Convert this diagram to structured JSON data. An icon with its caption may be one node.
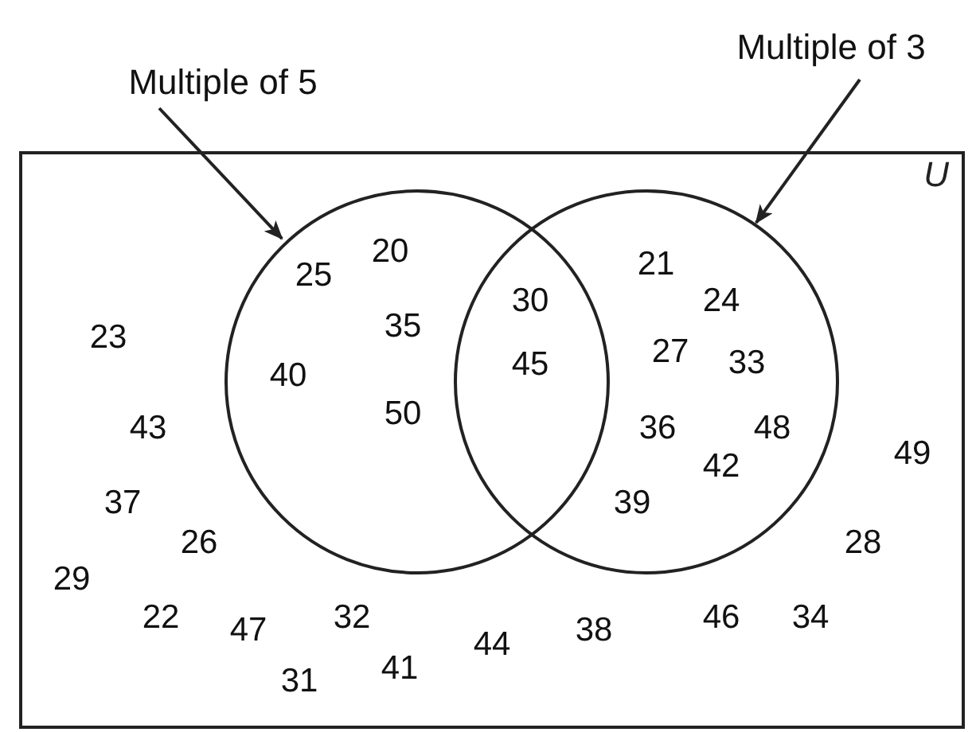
{
  "diagram": {
    "nodes": [
      {
        "text": [
          "U"
        ]
      },
      {
        "text": [],
        "shape": "circle",
        "in": 0
      },
      {
        "text": [],
        "shape": "circle",
        "in": 0
      },
      {
        "text": [
          "Multiple of 5"
        ]
      },
      {
        "text": [
          "Multiple of 3"
        ]
      }
    ],
    "edges": [
      {
        "from": 3,
        "to": 1,
        "arrow": "to"
      },
      {
        "from": 4,
        "to": 2,
        "arrow": "to"
      }
    ],
    "labels": [
      "25",
      "20",
      "21",
      "30",
      "24",
      "23",
      "35",
      "40",
      "45",
      "27",
      "33",
      "43",
      "50",
      "36",
      "48",
      "42",
      "49",
      "37",
      "39",
      "26",
      "28",
      "29",
      "22",
      "47",
      "32",
      "44",
      "38",
      "46",
      "34",
      "31",
      "41"
    ]
  }
}
